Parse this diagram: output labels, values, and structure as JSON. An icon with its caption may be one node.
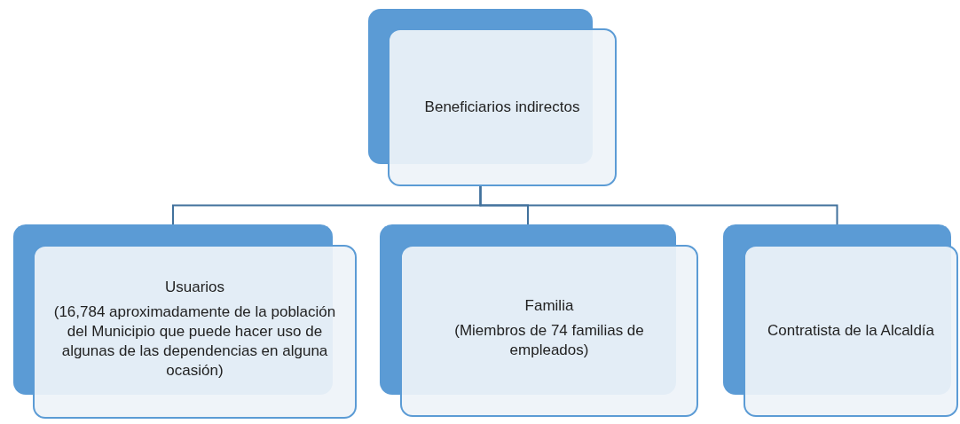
{
  "diagram": {
    "nodes": [
      {
        "text": [
          "Beneficiarios indirectos"
        ]
      },
      {
        "text": [
          "Usuarios",
          "(16,784 aproximadamente de la población del Municipio que puede hacer uso de algunas de las dependencias en alguna ocasión)"
        ]
      },
      {
        "text": [
          "Familia",
          "(Miembros de 74 familias de empleados)"
        ]
      },
      {
        "text": [
          "Contratista de la Alcaldía"
        ]
      }
    ],
    "edges": [
      {
        "from": 0,
        "to": 1,
        "arrow": "none"
      },
      {
        "from": 0,
        "to": 2,
        "arrow": "none"
      },
      {
        "from": 0,
        "to": 3,
        "arrow": "none"
      }
    ]
  }
}
